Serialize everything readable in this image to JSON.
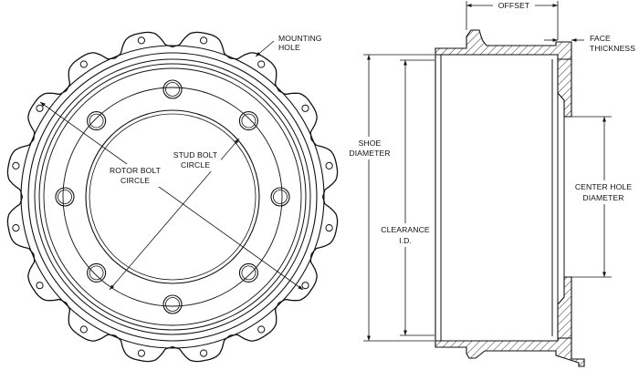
{
  "diagram": {
    "labels": {
      "mounting_hole": [
        "MOUNTING",
        "HOLE"
      ],
      "stud_bolt_circle": [
        "STUD BOLT",
        "CIRCLE"
      ],
      "rotor_bolt_circle": [
        "ROTOR BOLT",
        "CIRCLE"
      ],
      "offset": "OFFSET",
      "face_thickness": [
        "FACE",
        "THICKNESS"
      ],
      "shoe_diameter": [
        "SHOE",
        "DIAMETER"
      ],
      "clearance_id": [
        "CLEARANCE",
        "I.D."
      ],
      "center_hole_diameter": [
        "CENTER HOLE",
        "DIAMETER"
      ]
    },
    "counts": {
      "stud_holes": 8,
      "mounting_holes": 16
    }
  }
}
